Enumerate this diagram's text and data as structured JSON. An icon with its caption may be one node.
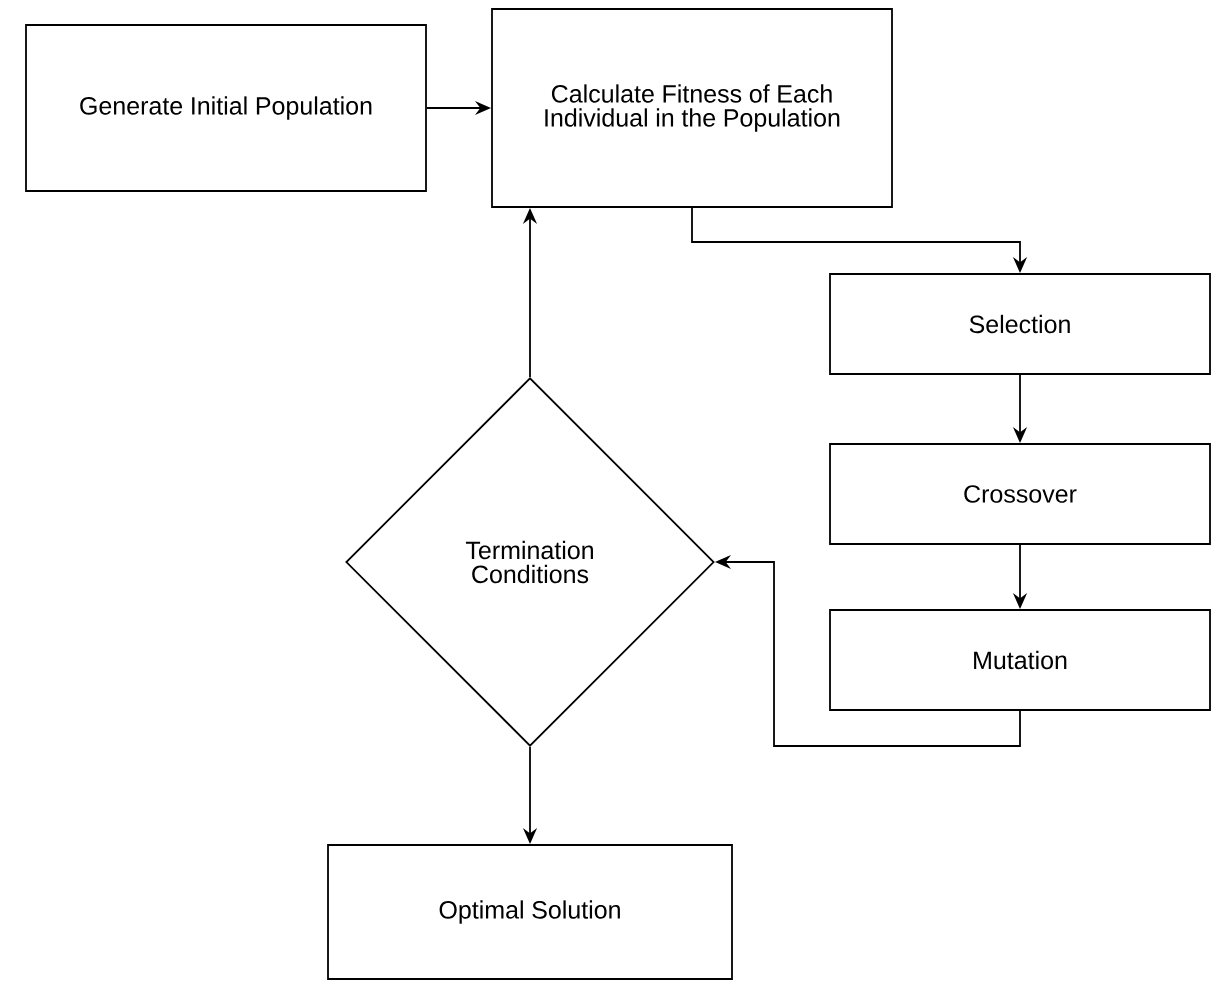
{
  "diagram": {
    "nodes": [
      {
        "text": [
          "Generate Initial Population"
        ]
      },
      {
        "text": [
          "Calculate Fitness of Each Individual in the Population"
        ]
      },
      {
        "text": [
          "Selection"
        ]
      },
      {
        "text": [
          "Crossover"
        ]
      },
      {
        "text": [
          "Mutation"
        ]
      },
      {
        "text": [
          "Termination Conditions"
        ]
      },
      {
        "text": [
          "Optimal Solution"
        ]
      }
    ],
    "edges": [
      {
        "from": 0,
        "to": 1,
        "arrow": "to"
      },
      {
        "from": 1,
        "to": 2,
        "arrow": "to"
      },
      {
        "from": 2,
        "to": 3,
        "arrow": "to"
      },
      {
        "from": 3,
        "to": 4,
        "arrow": "to"
      },
      {
        "from": 4,
        "to": 5,
        "arrow": "to"
      },
      {
        "from": 5,
        "to": 1,
        "arrow": "to"
      },
      {
        "from": 5,
        "to": 6,
        "arrow": "to"
      }
    ]
  }
}
